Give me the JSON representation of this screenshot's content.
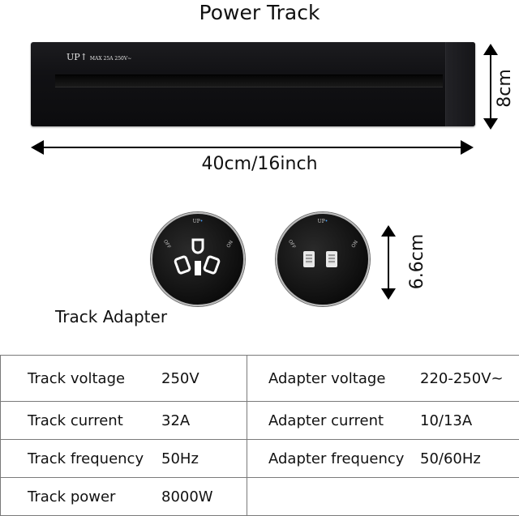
{
  "title": "Power Track",
  "track": {
    "label": "UP",
    "label_small": "MAX 25A 250V~",
    "length_label": "40cm/16inch",
    "height_label": "8cm"
  },
  "adapters": {
    "caption": "Track Adapter",
    "size_label": "6.6cm",
    "top_label": "UP",
    "side_left": "OFF",
    "side_right": "ON"
  },
  "specs": {
    "rows": [
      {
        "left_key": "Track voltage",
        "left_val": "250V",
        "right_key": "Adapter voltage",
        "right_val": "220-250V~"
      },
      {
        "left_key": "Track current",
        "left_val": "32A",
        "right_key": "Adapter current",
        "right_val": "10/13A"
      },
      {
        "left_key": "Track frequency",
        "left_val": "50Hz",
        "right_key": "Adapter frequency",
        "right_val": "50/60Hz"
      },
      {
        "left_key": "Track power",
        "left_val": "8000W",
        "right_key": "",
        "right_val": ""
      }
    ]
  },
  "colors": {
    "track_body": "#111114",
    "border": "#7a7a7a"
  }
}
